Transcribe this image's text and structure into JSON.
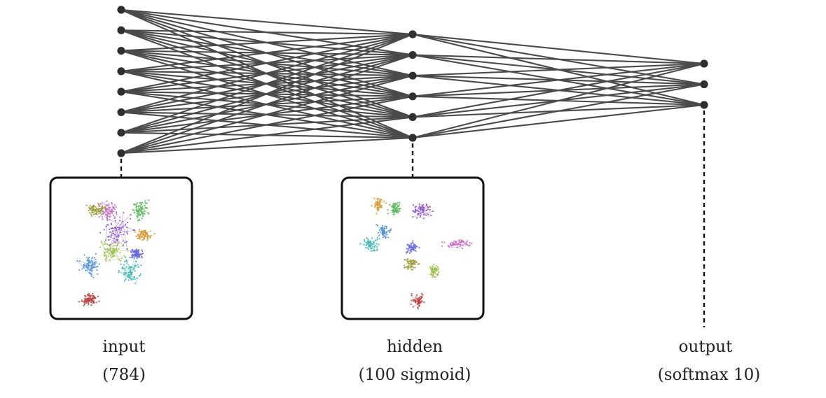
{
  "colors": {
    "edge": "#4a4a4a",
    "node": "#2f2f2f",
    "panel_border": "#111111",
    "text": "#222222",
    "cluster_palette": [
      "#b8403f",
      "#4d8fd1",
      "#8a4fc6",
      "#5ab55a",
      "#c76ac2",
      "#d49a3a",
      "#3fb5b0",
      "#9a9a3a",
      "#6a6ad8",
      "#9bbf4a"
    ]
  },
  "layers": [
    {
      "id": "input",
      "name": "input",
      "detail": "(784)",
      "visible_nodes": 8,
      "has_embedding_panel": true
    },
    {
      "id": "hidden",
      "name": "hidden",
      "detail": "(100 sigmoid)",
      "visible_nodes": 6,
      "has_embedding_panel": true
    },
    {
      "id": "output",
      "name": "output",
      "detail": "(softmax 10)",
      "visible_nodes": 3,
      "has_embedding_panel": false
    }
  ]
}
